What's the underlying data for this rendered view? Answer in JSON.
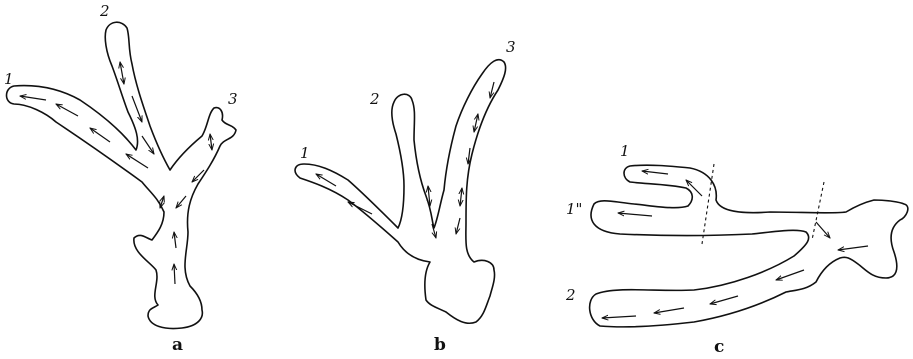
{
  "panels": [
    {
      "id": "a",
      "label": "a",
      "branch_labels": [
        "1",
        "2",
        "3"
      ]
    },
    {
      "id": "b",
      "label": "b",
      "branch_labels": [
        "1",
        "2",
        "3"
      ]
    },
    {
      "id": "c",
      "label": "c",
      "branch_labels": [
        "1",
        "1\"",
        "2"
      ]
    }
  ]
}
